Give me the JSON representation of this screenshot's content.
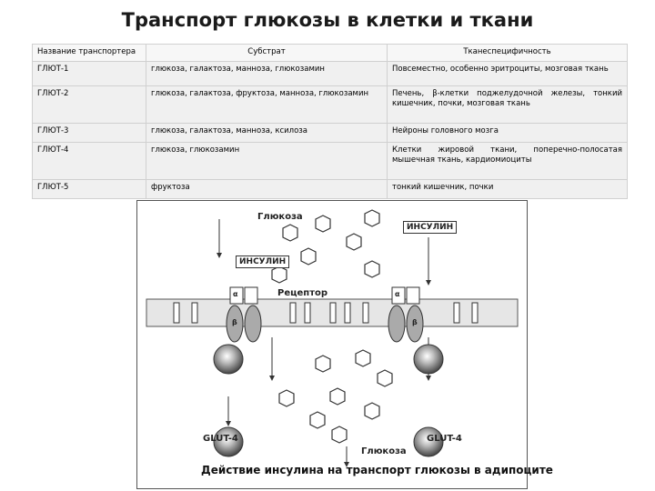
{
  "title": "Транспорт глюкозы в клетки и ткани",
  "table": {
    "headers": [
      "Название транспортера",
      "Субстрат",
      "Тканеспецифичность"
    ],
    "rows": [
      {
        "name": "ГЛЮТ-1",
        "substrate": "глюкоза, галактоза, манноза, глюкозамин",
        "tissue": "Повсеместно, особенно эритроциты, мозговая ткань"
      },
      {
        "name": "ГЛЮТ-2",
        "substrate": "глюкоза, галактоза, фруктоза, манноза, глюкозамин",
        "tissue": "Печень, β-клетки поджелудочной железы, тонкий кишечник, почки, мозговая ткань"
      },
      {
        "name": "ГЛЮТ-3",
        "substrate": "глюкоза, галактоза, манноза, ксилоза",
        "tissue": "Нейроны головного мозга"
      },
      {
        "name": "ГЛЮТ-4",
        "substrate": "глюкоза, глюкозамин",
        "tissue": "Клетки жировой ткани, поперечно-полосатая мышечная ткань, кардиомиоциты"
      },
      {
        "name": "ГЛЮТ-5",
        "substrate": "фруктоза",
        "tissue": "тонкий кишечник, почки"
      }
    ]
  },
  "figure": {
    "glucose_top": "Глюкоза",
    "insulin_left": "ИНСУЛИН",
    "insulin_right": "ИНСУЛИН",
    "receptor": "Рецептор",
    "alpha": "α",
    "beta": "β",
    "glut_left": "GLUT-4",
    "glut_right": "GLUT-4",
    "glucose_bottom": "Глюкоза",
    "caption": "Действие инсулина на транспорт глюкозы в адипоците"
  }
}
